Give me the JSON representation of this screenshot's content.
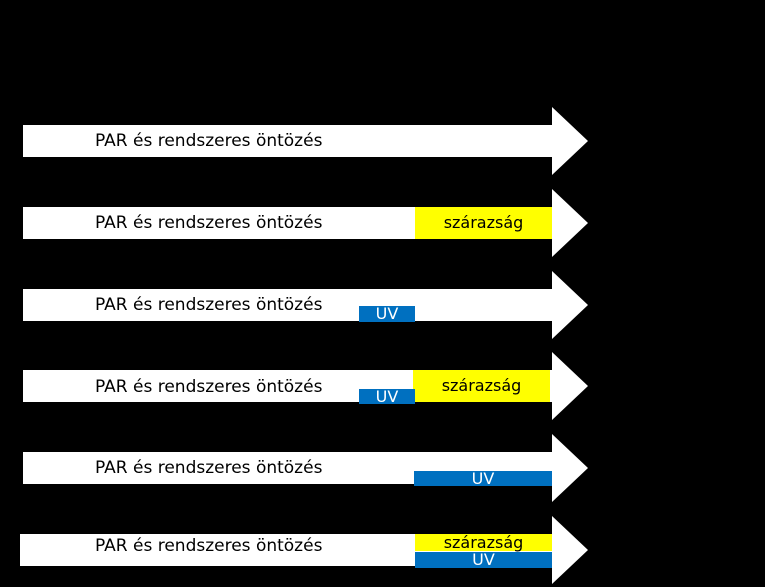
{
  "colors": {
    "background": "#000000",
    "arrow": "#ffffff",
    "drought": "#ffff00",
    "uv": "#0070c0"
  },
  "rows": [
    {
      "label": "PAR és rendszeres öntözés",
      "drought": "",
      "uv": ""
    },
    {
      "label": "PAR és rendszeres öntözés",
      "drought": "szárazság",
      "uv": ""
    },
    {
      "label": "PAR és rendszeres öntözés",
      "drought": "",
      "uv": "UV"
    },
    {
      "label": "PAR és rendszeres öntözés",
      "drought": "szárazság",
      "uv": "UV"
    },
    {
      "label": "PAR és rendszeres öntözés",
      "drought": "",
      "uv": "UV"
    },
    {
      "label": "PAR és rendszeres öntözés",
      "drought": "szárazság",
      "uv": "UV"
    }
  ]
}
